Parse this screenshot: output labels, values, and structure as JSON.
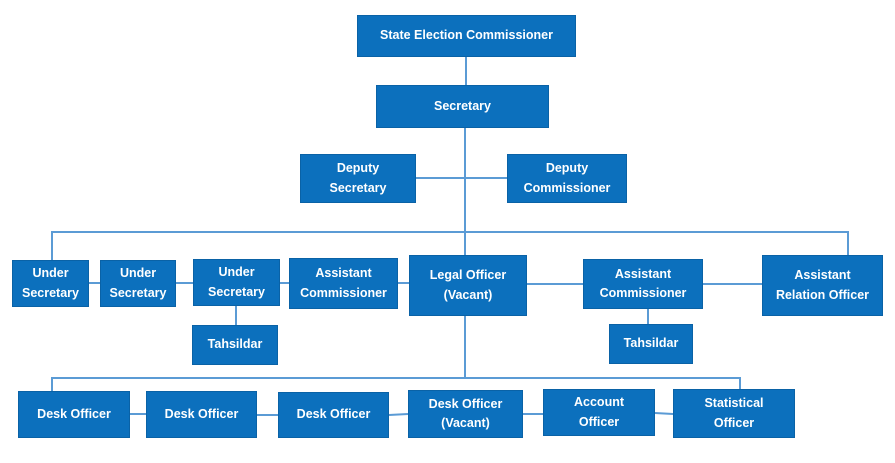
{
  "colors": {
    "box_fill": "#0C70BD",
    "box_border": "#0A62A6",
    "connector": "#5B9BD5",
    "text": "#FFFFFF",
    "background": "#FFFFFF"
  },
  "nodes": {
    "state_election_commissioner": {
      "label": "State Election Commissioner"
    },
    "secretary": {
      "label": "Secretary"
    },
    "deputy_secretary": {
      "label": "Deputy\nSecretary"
    },
    "deputy_commissioner": {
      "label": "Deputy\nCommissioner"
    },
    "under_secretary_1": {
      "label": "Under\nSecretary"
    },
    "under_secretary_2": {
      "label": "Under\nSecretary"
    },
    "under_secretary_3": {
      "label": "Under\nSecretary"
    },
    "assistant_commissioner_1": {
      "label": "Assistant\nCommissioner"
    },
    "legal_officer": {
      "label": "Legal Officer\n(Vacant)"
    },
    "assistant_commissioner_2": {
      "label": "Assistant\nCommissioner"
    },
    "assistant_relation_officer": {
      "label": "Assistant\nRelation Officer"
    },
    "tahsildar_1": {
      "label": "Tahsildar"
    },
    "tahsildar_2": {
      "label": "Tahsildar"
    },
    "desk_officer_1": {
      "label": "Desk Officer"
    },
    "desk_officer_2": {
      "label": "Desk Officer"
    },
    "desk_officer_3": {
      "label": "Desk Officer"
    },
    "desk_officer_4": {
      "label": "Desk Officer\n(Vacant)"
    },
    "account_officer": {
      "label": "Account\nOfficer"
    },
    "statistical_officer": {
      "label": "Statistical\nOfficer"
    }
  }
}
